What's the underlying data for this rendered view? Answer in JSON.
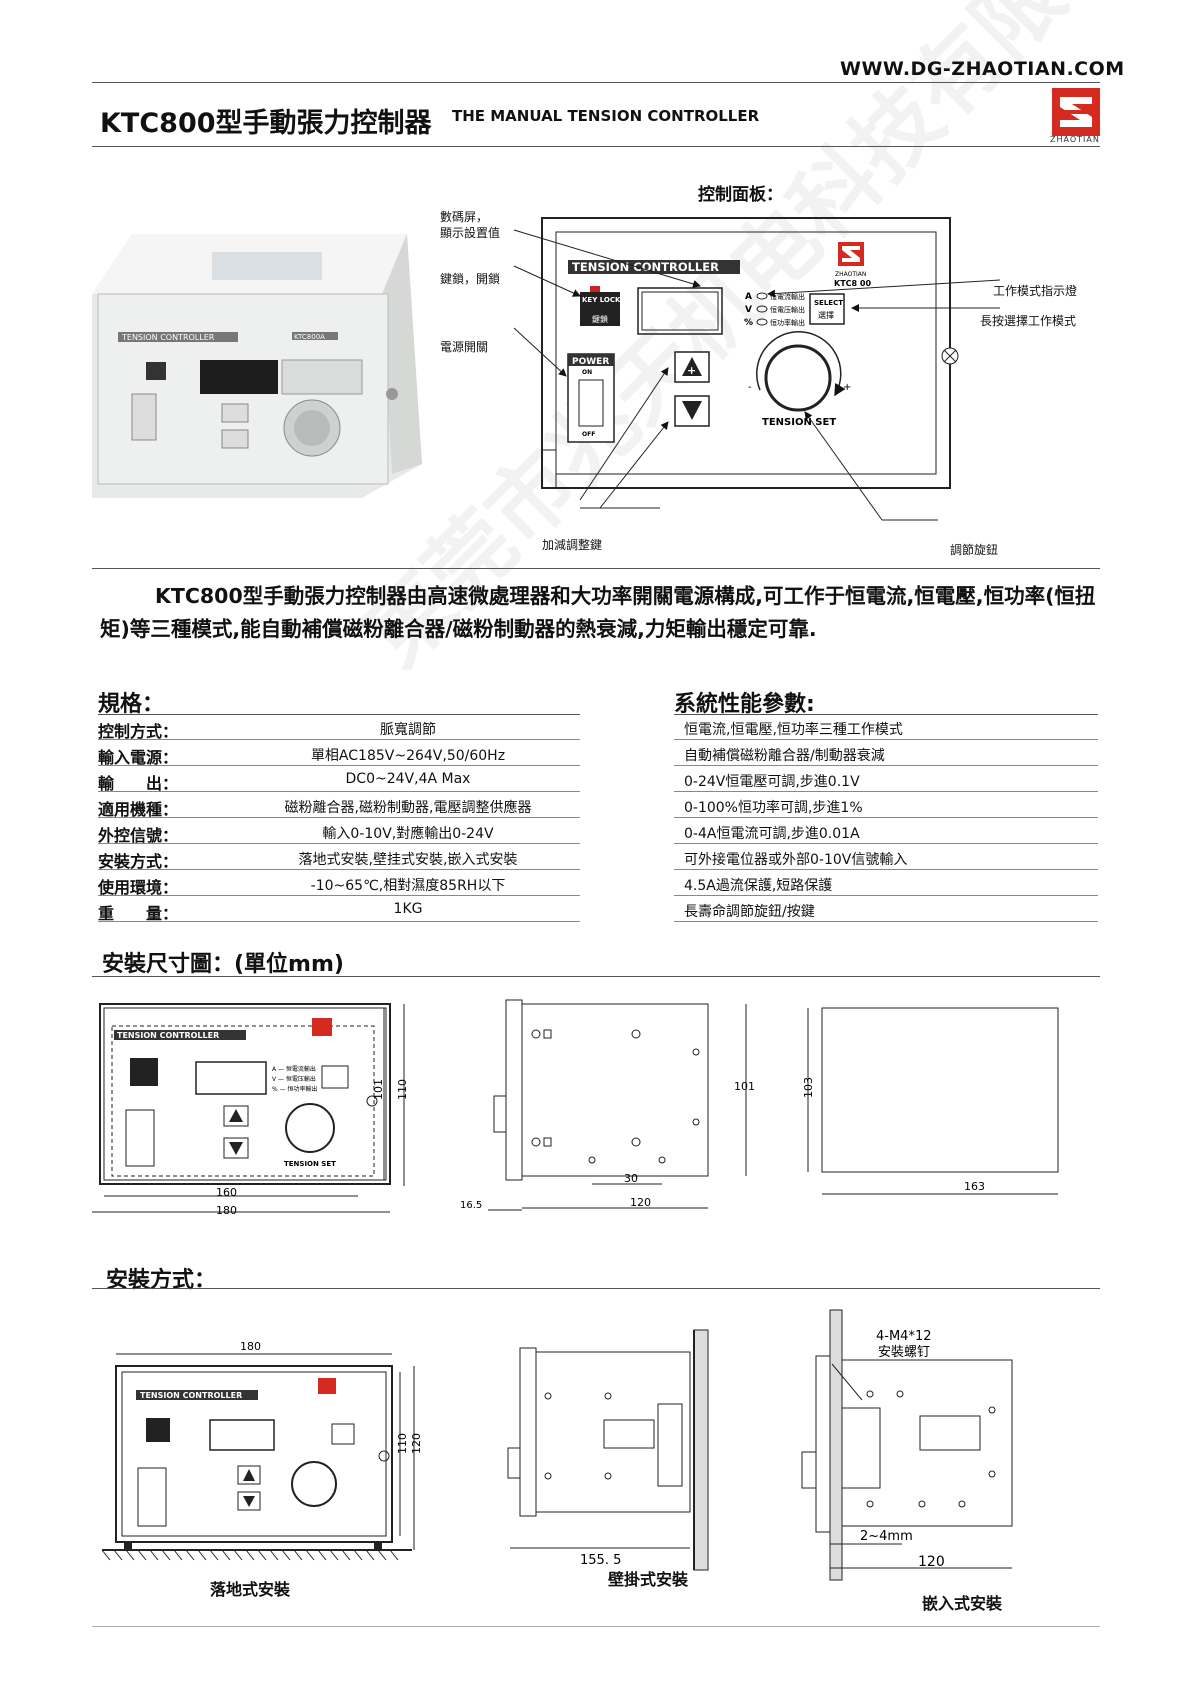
{
  "header": {
    "website": "WWW.DG-ZHAOTIAN.COM",
    "title": "KTC800型手動張力控制器",
    "subtitle": "THE MANUAL TENSION CONTROLLER",
    "logo_text": "ZHAOTIAN"
  },
  "panel": {
    "heading": "控制面板：",
    "device_title": "TENSION CONTROLLER",
    "brand": "ZHAOTIAN",
    "model": "KTC8 00",
    "key_lock": "KEY LOCK",
    "key_lock_cn": "鍵鎖",
    "power": "POWER",
    "power_on": "ON",
    "power_off": "OFF",
    "mode_a": "A",
    "mode_v": "V",
    "mode_p": "%",
    "mode_a_label": "恒電流輸出",
    "mode_v_label": "恒電压輸出",
    "mode_p_label": "恒功率輸出",
    "select": "SELECT",
    "select_cn": "選擇",
    "tension_set": "TENSION SET",
    "minus": "-",
    "plus": "+",
    "callouts": {
      "display1": "數碼屏，",
      "display2": "顯示設置值",
      "key_lock": "鍵鎖，開鎖",
      "power": "電源開關",
      "mode_lamp": "工作模式指示燈",
      "select": "長按選擇工作模式",
      "updown": "加減調整鍵",
      "knob": "調節旋鈕"
    }
  },
  "photo": {
    "label": "TENSION CONTROLLER",
    "model": "KTC800A"
  },
  "description": "KTC800型手動張力控制器由高速微處理器和大功率開關電源構成,可工作于恒電流,恒電壓,恒功率(恒扭矩)等三種模式,能自動補償磁粉離合器/磁粉制動器的熱衰減,力矩輸出穩定可靠.",
  "specs": {
    "heading": "規格：",
    "rows": [
      {
        "key": "控制方式：",
        "value": "脈寬調節"
      },
      {
        "key": "輸入電源：",
        "value": "單相AC185V~264V,50/60Hz"
      },
      {
        "key": "輸　　出：",
        "value": "DC0~24V,4A Max"
      },
      {
        "key": "適用機種：",
        "value": "磁粉離合器,磁粉制動器,電壓調整供應器"
      },
      {
        "key": "外控信號：",
        "value": "輸入0-10V,對應輸出0-24V"
      },
      {
        "key": "安裝方式：",
        "value": "落地式安裝,壁挂式安裝,嵌入式安裝"
      },
      {
        "key": "使用環境：",
        "value": "-10~65℃,相對濕度85RH以下"
      },
      {
        "key": "重　　量：",
        "value": "1KG"
      }
    ]
  },
  "performance": {
    "heading": "系統性能參數:",
    "rows": [
      "恒電流,恒電壓,恒功率三種工作模式",
      "自動補償磁粉離合器/制動器衰減",
      "0-24V恒電壓可調,步進0.1V",
      "0-100%恒功率可調,步進1%",
      "0-4A恒電流可調,步進0.01A",
      "可外接電位器或外部0-10V信號輸入",
      "4.5A過流保護,短路保護",
      "長壽命調節旋鈕/按鍵"
    ]
  },
  "dimensions": {
    "heading": "安裝尺寸圖：(單位mm)",
    "front_w_inner": "160",
    "front_w_outer": "180",
    "front_h_inner": "101",
    "front_h_outer": "110",
    "side_h": "101",
    "side_hole": "30",
    "side_depth": "120",
    "side_front": "16.5",
    "cut_h": "103",
    "cut_w": "163"
  },
  "mounting": {
    "heading": "安裝方式：",
    "floor_w": "180",
    "floor_h1": "110",
    "floor_h2": "120",
    "wall_depth": "155. 5",
    "embed_screw1": "4-M4*12",
    "embed_screw2": "安裝螺钉",
    "embed_thick": "2~4mm",
    "embed_depth": "120",
    "floor_caption": "落地式安裝",
    "wall_caption": "壁掛式安裝",
    "embed_caption": "嵌入式安裝"
  },
  "watermark": "東莞市兆天机电科技有限公司"
}
